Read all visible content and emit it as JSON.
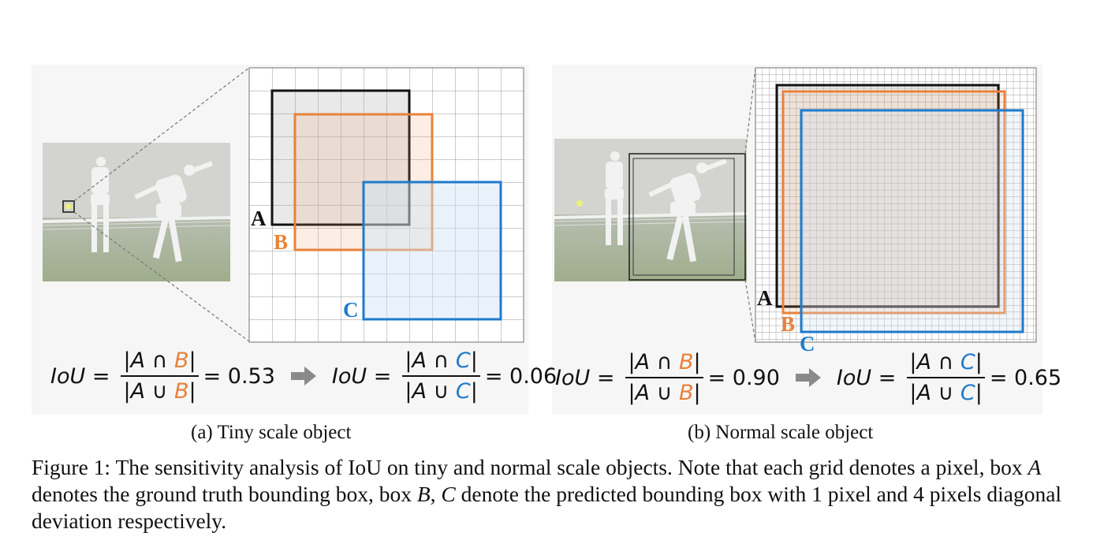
{
  "colors": {
    "orange": "#e8823a",
    "blue": "#1f7acc",
    "black": "#111111"
  },
  "panel_a": {
    "label_a": "A",
    "label_b": "B",
    "label_c": "C",
    "eq1": {
      "lhs": "IoU =",
      "num_pre": "|A ∩ ",
      "num_var": "B",
      "num_post": "|",
      "den_pre": "|A ∪ ",
      "den_var": "B",
      "den_post": "|",
      "result": "= 0.53"
    },
    "eq2": {
      "lhs": "IoU =",
      "num_pre": "|A ∩ ",
      "num_var": "C",
      "num_post": "|",
      "den_pre": "|A ∪ ",
      "den_var": "C",
      "den_post": "|",
      "result": "= 0.06"
    },
    "subcaption": "(a)  Tiny scale object"
  },
  "panel_b": {
    "label_a": "A",
    "label_b": "B",
    "label_c": "C",
    "eq1": {
      "lhs": "IoU =",
      "num_pre": "|A ∩ ",
      "num_var": "B",
      "num_post": "|",
      "den_pre": "|A ∪ ",
      "den_var": "B",
      "den_post": "|",
      "result": "= 0.90"
    },
    "eq2": {
      "lhs": "IoU =",
      "num_pre": "|A ∩ ",
      "num_var": "C",
      "num_post": "|",
      "den_pre": "|A ∪ ",
      "den_var": "C",
      "den_post": "|",
      "result": "= 0.65"
    },
    "subcaption": "(b)  Normal scale object"
  },
  "caption": {
    "part1": "Figure 1: The sensitivity analysis of IoU on tiny and normal scale objects. Note that each grid denotes a pixel, box ",
    "var_a": "A",
    "part2": " denotes the ground truth bounding box, box ",
    "var_bc": "B, C",
    "part3": " denote the predicted bounding box with 1 pixel and 4 pixels diagonal deviation respectively."
  }
}
